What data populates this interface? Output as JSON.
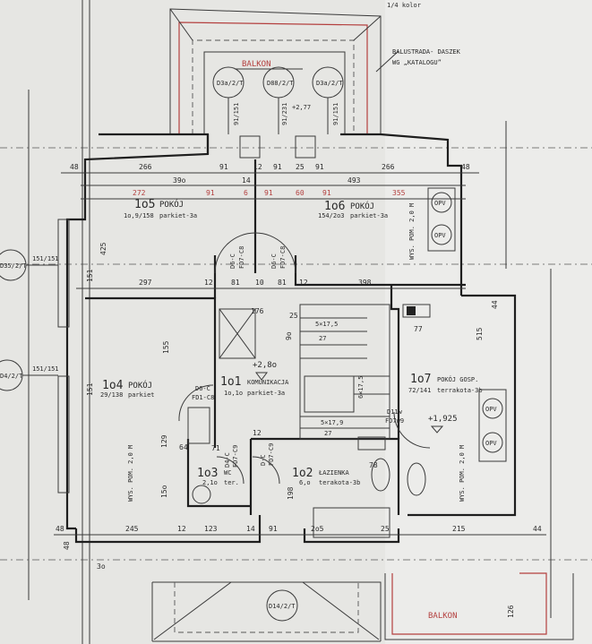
{
  "top": {
    "balcony_label": "BALKON",
    "callouts": [
      "D3a/2/T",
      "D88/2/T",
      "D3a/2/T"
    ],
    "balustrade_line1": "BALUSTRADA- DASZEK",
    "balustrade_line2": "WG „KATALOGU”",
    "level": "+2,77",
    "corner_note": "1/4 kolor"
  },
  "rooms": {
    "r105": {
      "number": "1o5",
      "name": "POKÓJ",
      "area": "1o,9/158",
      "floor": "parkiet-3a"
    },
    "r106": {
      "number": "1o6",
      "name": "POKÓJ",
      "area": "154/2o3",
      "floor": "parkiet-3a"
    },
    "r104": {
      "number": "1o4",
      "name": "POKÓJ",
      "area": "29/138",
      "floor": "parkiet"
    },
    "r101": {
      "number": "1o1",
      "name": "KOMUNIKACJA",
      "area": "1o,1o",
      "floor": "parkiet-3a"
    },
    "r107": {
      "number": "1o7",
      "name": "POKÓJ GOSP.",
      "area": "72/141",
      "floor": "terrakota-3b"
    },
    "r103": {
      "number": "1o3",
      "name": "WC",
      "area": "2,1o",
      "floor": "ter."
    },
    "r102": {
      "number": "1o2",
      "name": "ŁAZIENKA",
      "area": "6,o",
      "floor": "terakota-3b"
    }
  },
  "level_main": "+2,8o",
  "level_107": "+1,925",
  "doors": {
    "d1": [
      "D6-C",
      "FD7-C8"
    ],
    "d2": [
      "D6-C",
      "FD7-C8"
    ],
    "d3": [
      "D6-C",
      "FD1-C8"
    ],
    "d4": [
      "D11w",
      "FD7w9"
    ],
    "d5": [
      "D4-C",
      "FD7-C9"
    ],
    "d6": [
      "D-C",
      "FD7-C9"
    ]
  },
  "room_height_notes": [
    "WYS. POM. 2,0 M",
    "WYS. POM. 2,0 M",
    "WYS. POM. 2,0 M"
  ],
  "opv": [
    "OPV",
    "OPV",
    "OPV",
    "OPV"
  ],
  "side_callouts": [
    "D35/2/T",
    "D4/2/T"
  ],
  "bottom": {
    "callout": "D14/2/T",
    "balcony_label": "BALKON"
  },
  "stairs": {
    "top": "5×17,5",
    "top2": "27",
    "mid": "6×17,5",
    "bottom": "5×17,9",
    "bottom2": "27"
  },
  "dimensions": {
    "row1": [
      "48",
      "266",
      "91",
      "12",
      "91",
      "25",
      "91",
      "266",
      "48"
    ],
    "row2": [
      "39o",
      "14",
      "493"
    ],
    "row3": [
      "272",
      "91",
      "6",
      "91",
      "60",
      "91",
      "355"
    ],
    "mid_row": [
      "297",
      "12",
      "81",
      "10",
      "81",
      "12",
      "398"
    ],
    "bottom_row": [
      "48",
      "245",
      "12",
      "123",
      "14",
      "91",
      "2o5",
      "25",
      "215",
      "44"
    ],
    "verticals": [
      "425",
      "151",
      "151",
      "155",
      "129",
      "15o",
      "198",
      "515",
      "126",
      "48",
      "3o",
      "44",
      "176",
      "9o",
      "25",
      "77",
      "71",
      "64",
      "78",
      "12"
    ],
    "window_pairs": [
      "91/151",
      "91/231",
      "91/151",
      "151/151",
      "151/151"
    ]
  }
}
